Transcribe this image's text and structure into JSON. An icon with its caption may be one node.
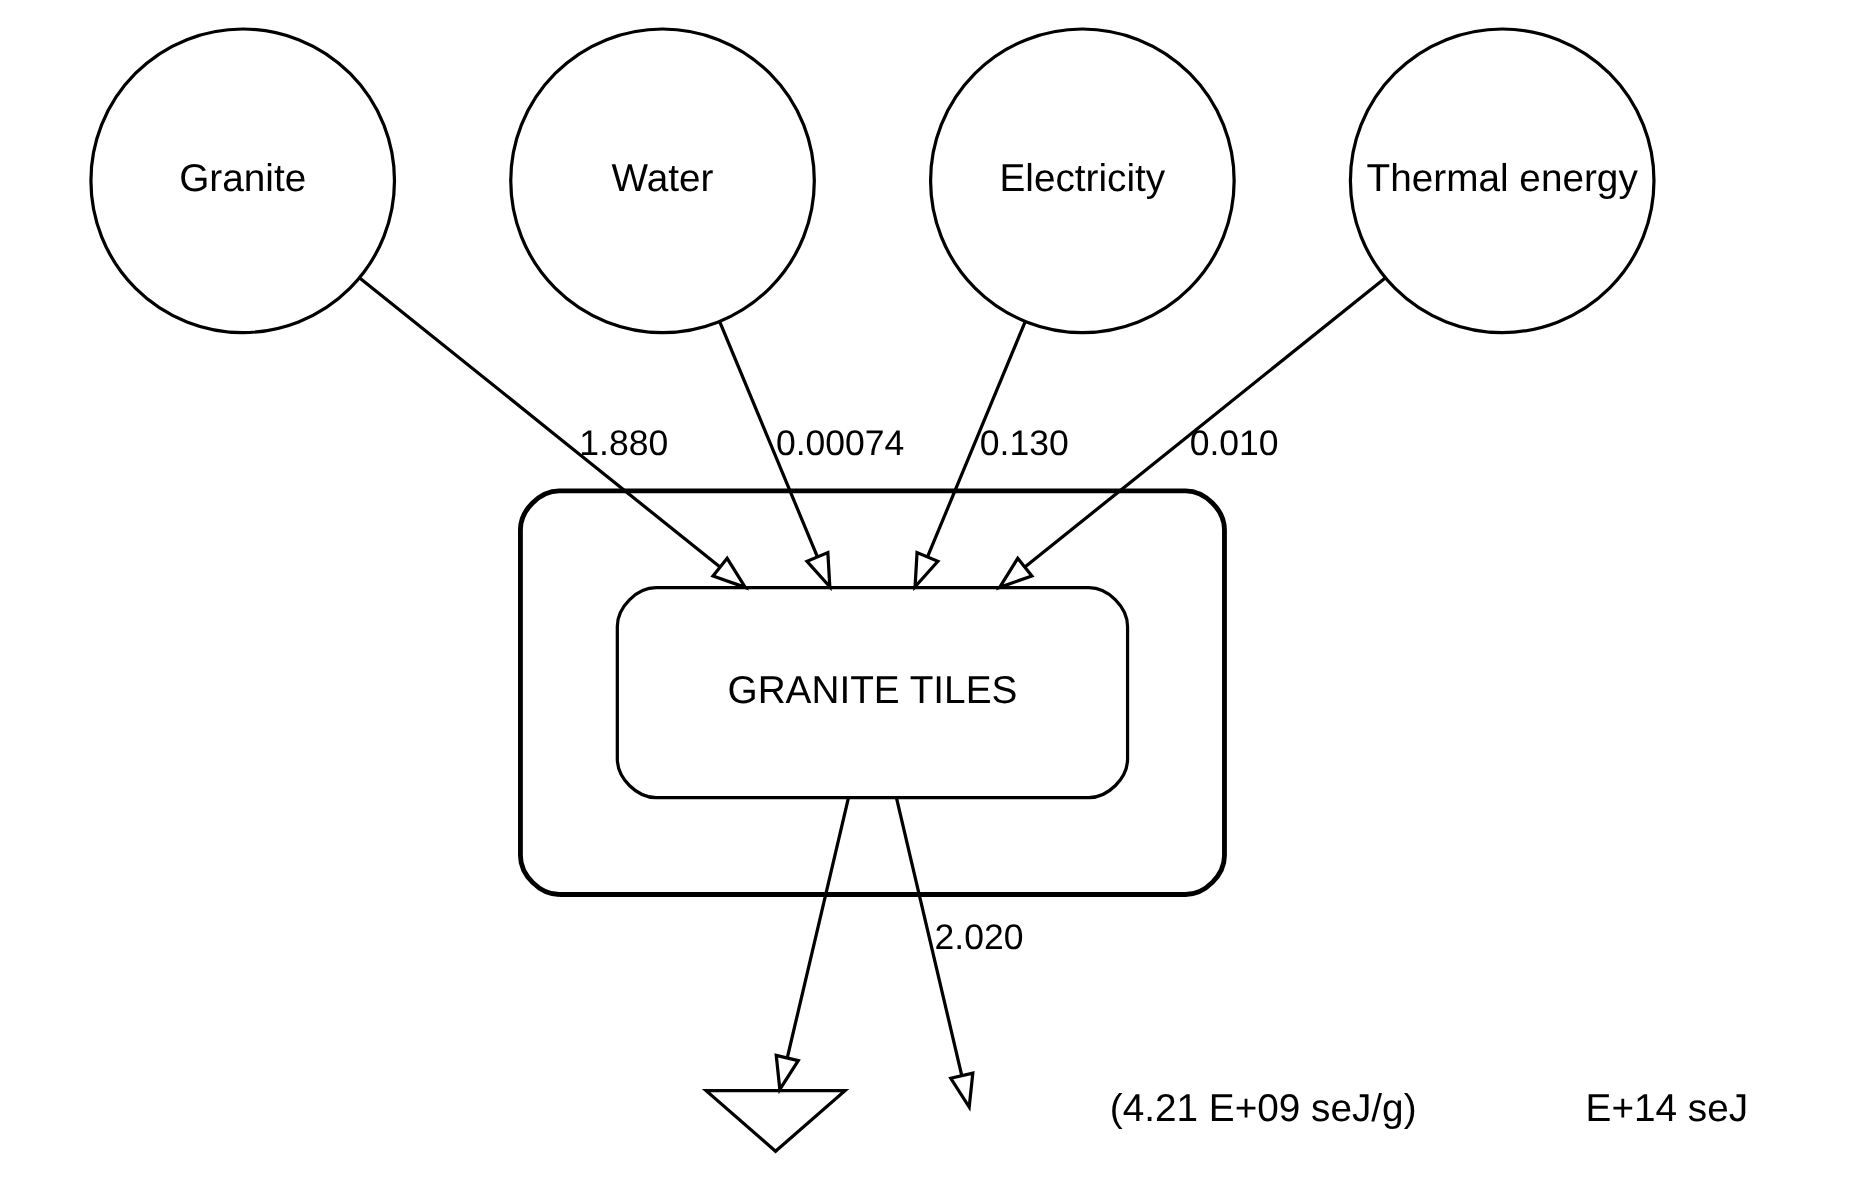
{
  "diagram": {
    "nodes": [
      {
        "text": [
          "Granite"
        ]
      },
      {
        "text": [
          "Water"
        ]
      },
      {
        "text": [
          "Electricity"
        ]
      },
      {
        "text": [
          "Thermal energy"
        ]
      },
      {
        "text": [],
        "shape": "box"
      },
      {
        "text": [
          "GRANITE TILES"
        ],
        "in": 4
      },
      {
        "text": [],
        "shape": "ground"
      }
    ],
    "edges": [
      {
        "from": 0,
        "to": 5,
        "arrow": "to",
        "label": "1.880"
      },
      {
        "from": 1,
        "to": 5,
        "arrow": "to",
        "label": "0.00074"
      },
      {
        "from": 2,
        "to": 5,
        "arrow": "to",
        "label": "0.130"
      },
      {
        "from": 3,
        "to": 5,
        "arrow": "to",
        "label": "0.010"
      },
      {
        "from": 5,
        "to": 6,
        "arrow": "to"
      },
      {
        "from": 5,
        "to": null,
        "arrow": "to",
        "label": "2.020"
      }
    ],
    "labels": [
      "(4.21 E+09 seJ/g)",
      "E+14 seJ"
    ]
  }
}
